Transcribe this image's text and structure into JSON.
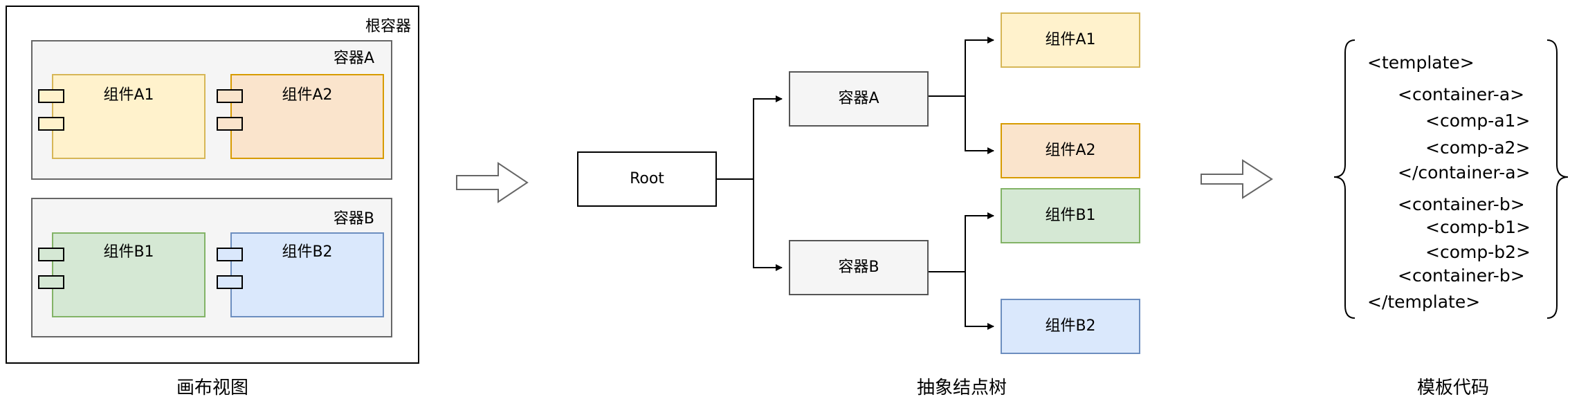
{
  "canvas_view": {
    "caption": "画布视图",
    "root_label": "根容器",
    "container_a": {
      "label": "容器A",
      "components": [
        "组件A1",
        "组件A2"
      ]
    },
    "container_b": {
      "label": "容器B",
      "components": [
        "组件B1",
        "组件B2"
      ]
    }
  },
  "tree_view": {
    "caption": "抽象结点树",
    "root": "Root",
    "container_a": "容器A",
    "container_b": "容器B",
    "leaves": {
      "a1": "组件A1",
      "a2": "组件A2",
      "b1": "组件B1",
      "b2": "组件B2"
    }
  },
  "template_view": {
    "caption": "模板代码",
    "lines": [
      "<template>",
      "<container-a>",
      "<comp-a1>",
      "<comp-a2>",
      "</container-a>",
      "<container-b>",
      "<comp-b1>",
      "<comp-b2>",
      "<container-b>",
      "</template>"
    ]
  },
  "colors": {
    "yellow_fill": "#fff2cc",
    "yellow_stroke": "#d6b656",
    "orange_fill": "#fae4cc",
    "orange_stroke": "#d79b00",
    "green_fill": "#d5e8d4",
    "green_stroke": "#82b366",
    "blue_fill": "#dae8fc",
    "blue_stroke": "#6c8ebf",
    "container_fill": "#f5f5f5"
  }
}
